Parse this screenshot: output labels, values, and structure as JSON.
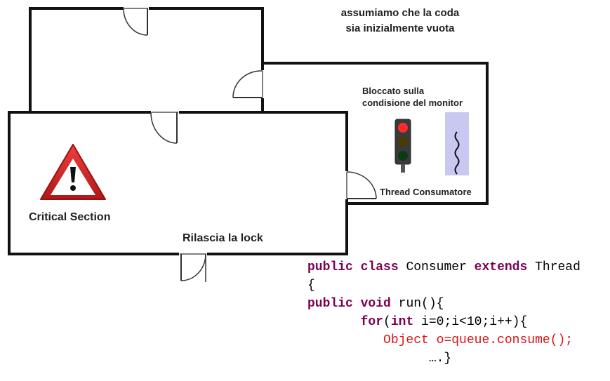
{
  "colors": {
    "wall": "#111111",
    "door": "#333333",
    "warning_red": "#d21e1e",
    "traffic_red": "#ff2a2a",
    "traffic_off_yellow": "#4a3a06",
    "traffic_off_green": "#0c3a14",
    "thread_box": "#c8c8f0",
    "keyword": "#7b0052",
    "highlight": "#e01010"
  },
  "note": {
    "line1": "assumiamo che la coda",
    "line2": "sia inizialmente vuota"
  },
  "labels": {
    "blocked_line1": "Bloccato sulla",
    "blocked_line2": "condisione del monitor",
    "thread_consumer": "Thread Consumatore",
    "critical_section": "Critical Section",
    "release_lock": "Rilascia la lock"
  },
  "icons": {
    "warning": "warning-triangle-icon",
    "traffic_light": "traffic-light-icon",
    "thread": "thread-squiggle-icon"
  },
  "code": {
    "l1_kw1": "public",
    "l1_kw2": "class",
    "l1_t1": " Consumer ",
    "l1_kw3": "extends",
    "l1_t2": " Thread",
    "l2": "{",
    "l3_kw1": "public",
    "l3_kw2": "void",
    "l3_t1": " run(){",
    "l4_indent": "       ",
    "l4_kw1": "for",
    "l4_t1": "(",
    "l4_kw2": "int",
    "l4_t2": " i=0;i<10;i++){",
    "l5_indent": "          ",
    "l5_red": "Object o=queue.consume();",
    "l6_indent": "                ",
    "l6": "….}"
  }
}
